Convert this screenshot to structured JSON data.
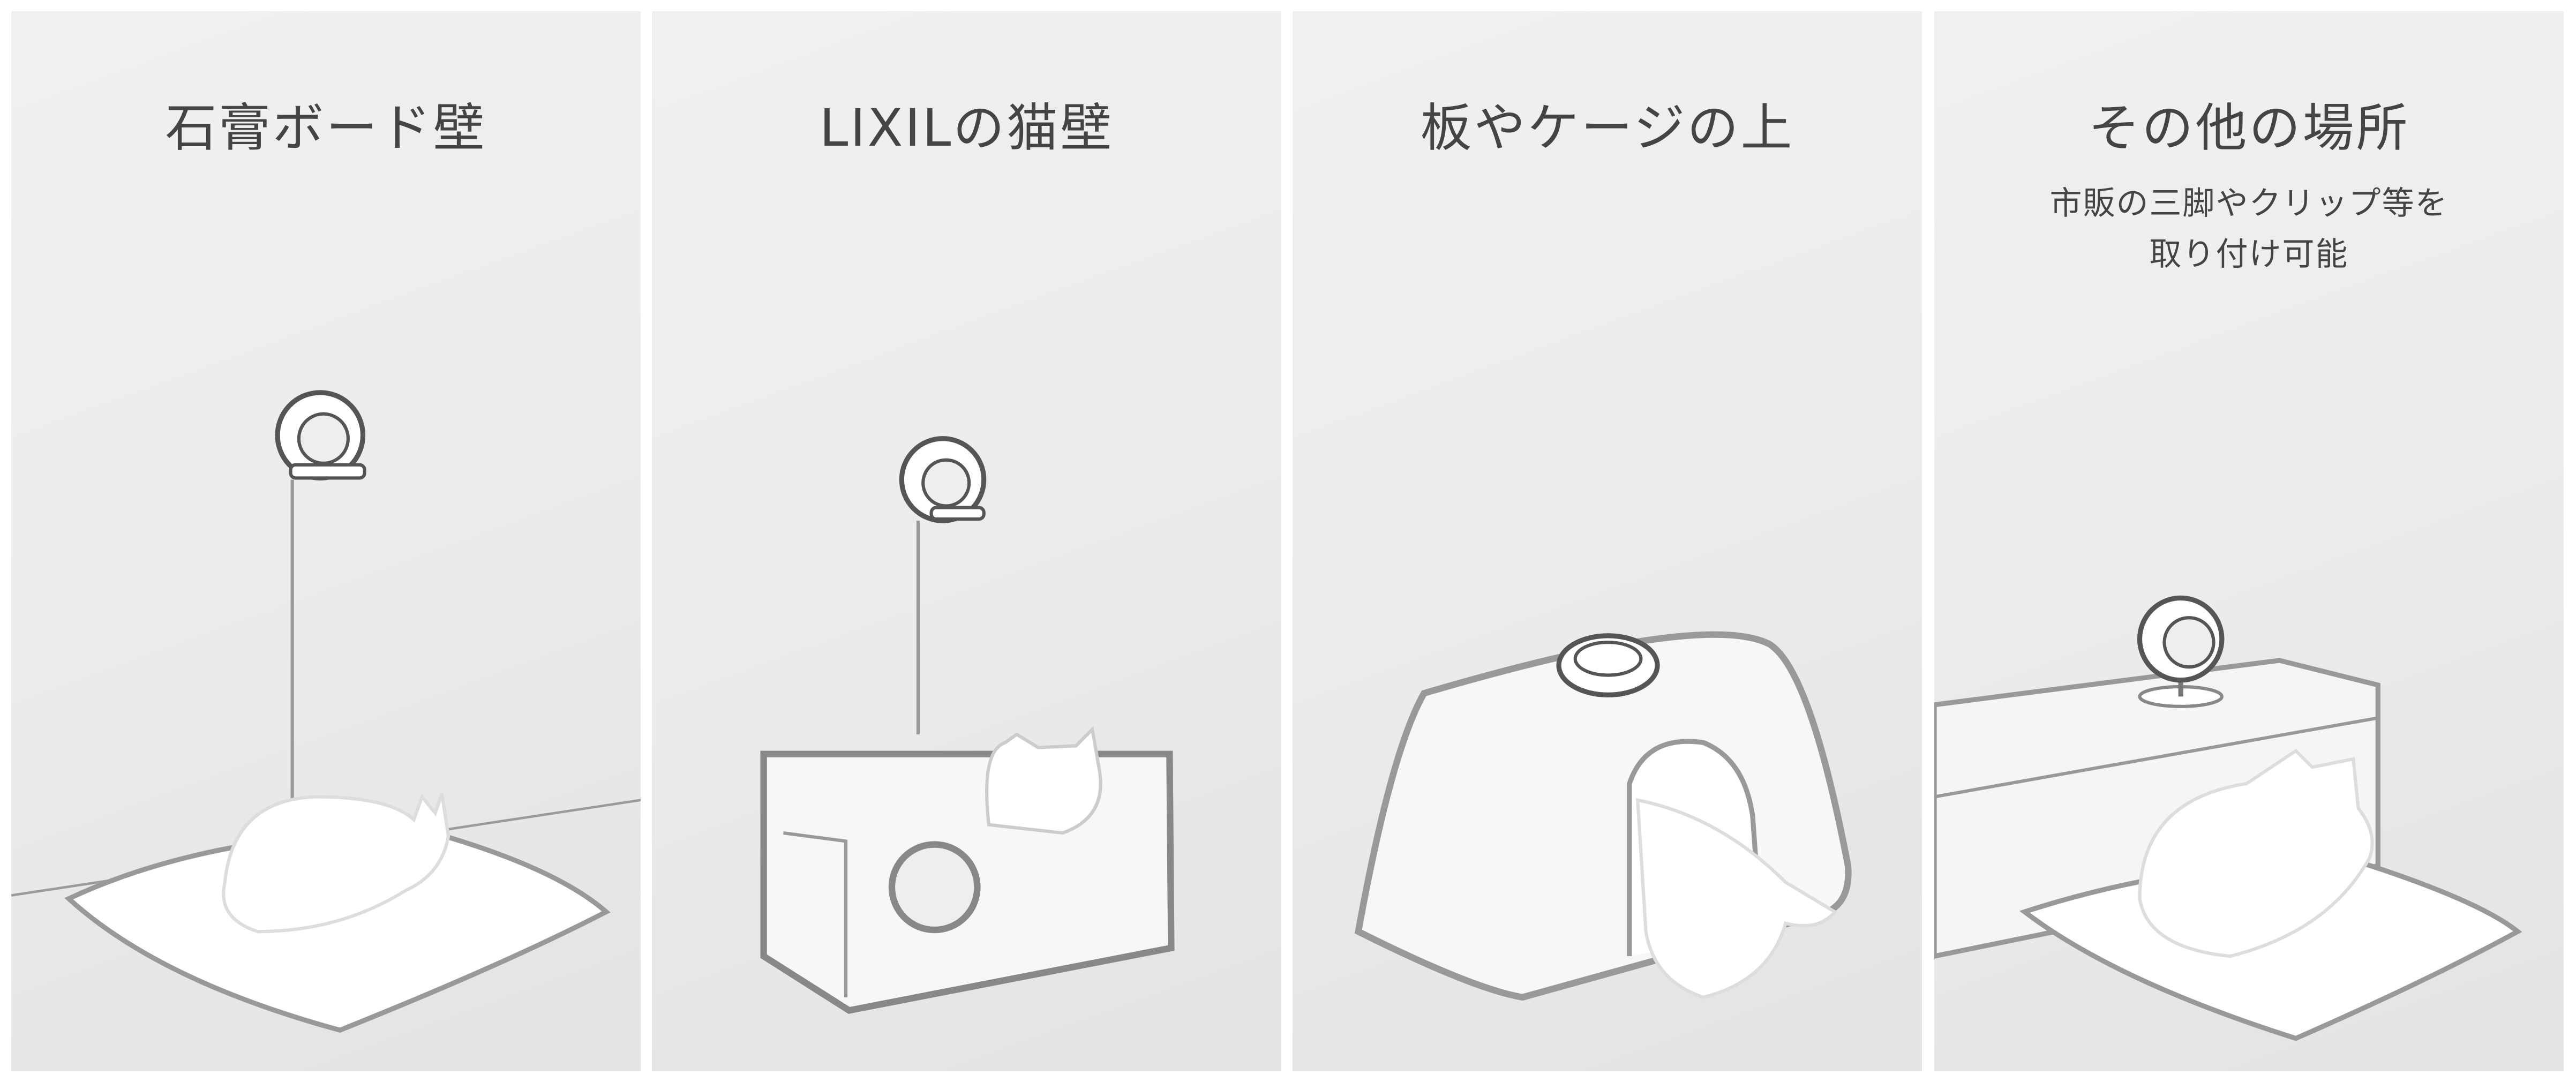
{
  "panels": [
    {
      "title": "石膏ボード壁"
    },
    {
      "title": "LIXILの猫壁"
    },
    {
      "title": "板やケージの上"
    },
    {
      "title": "その他の場所",
      "subtitle_lines": [
        "市販の三脚やクリップ等を",
        "取り付け可能"
      ]
    }
  ]
}
